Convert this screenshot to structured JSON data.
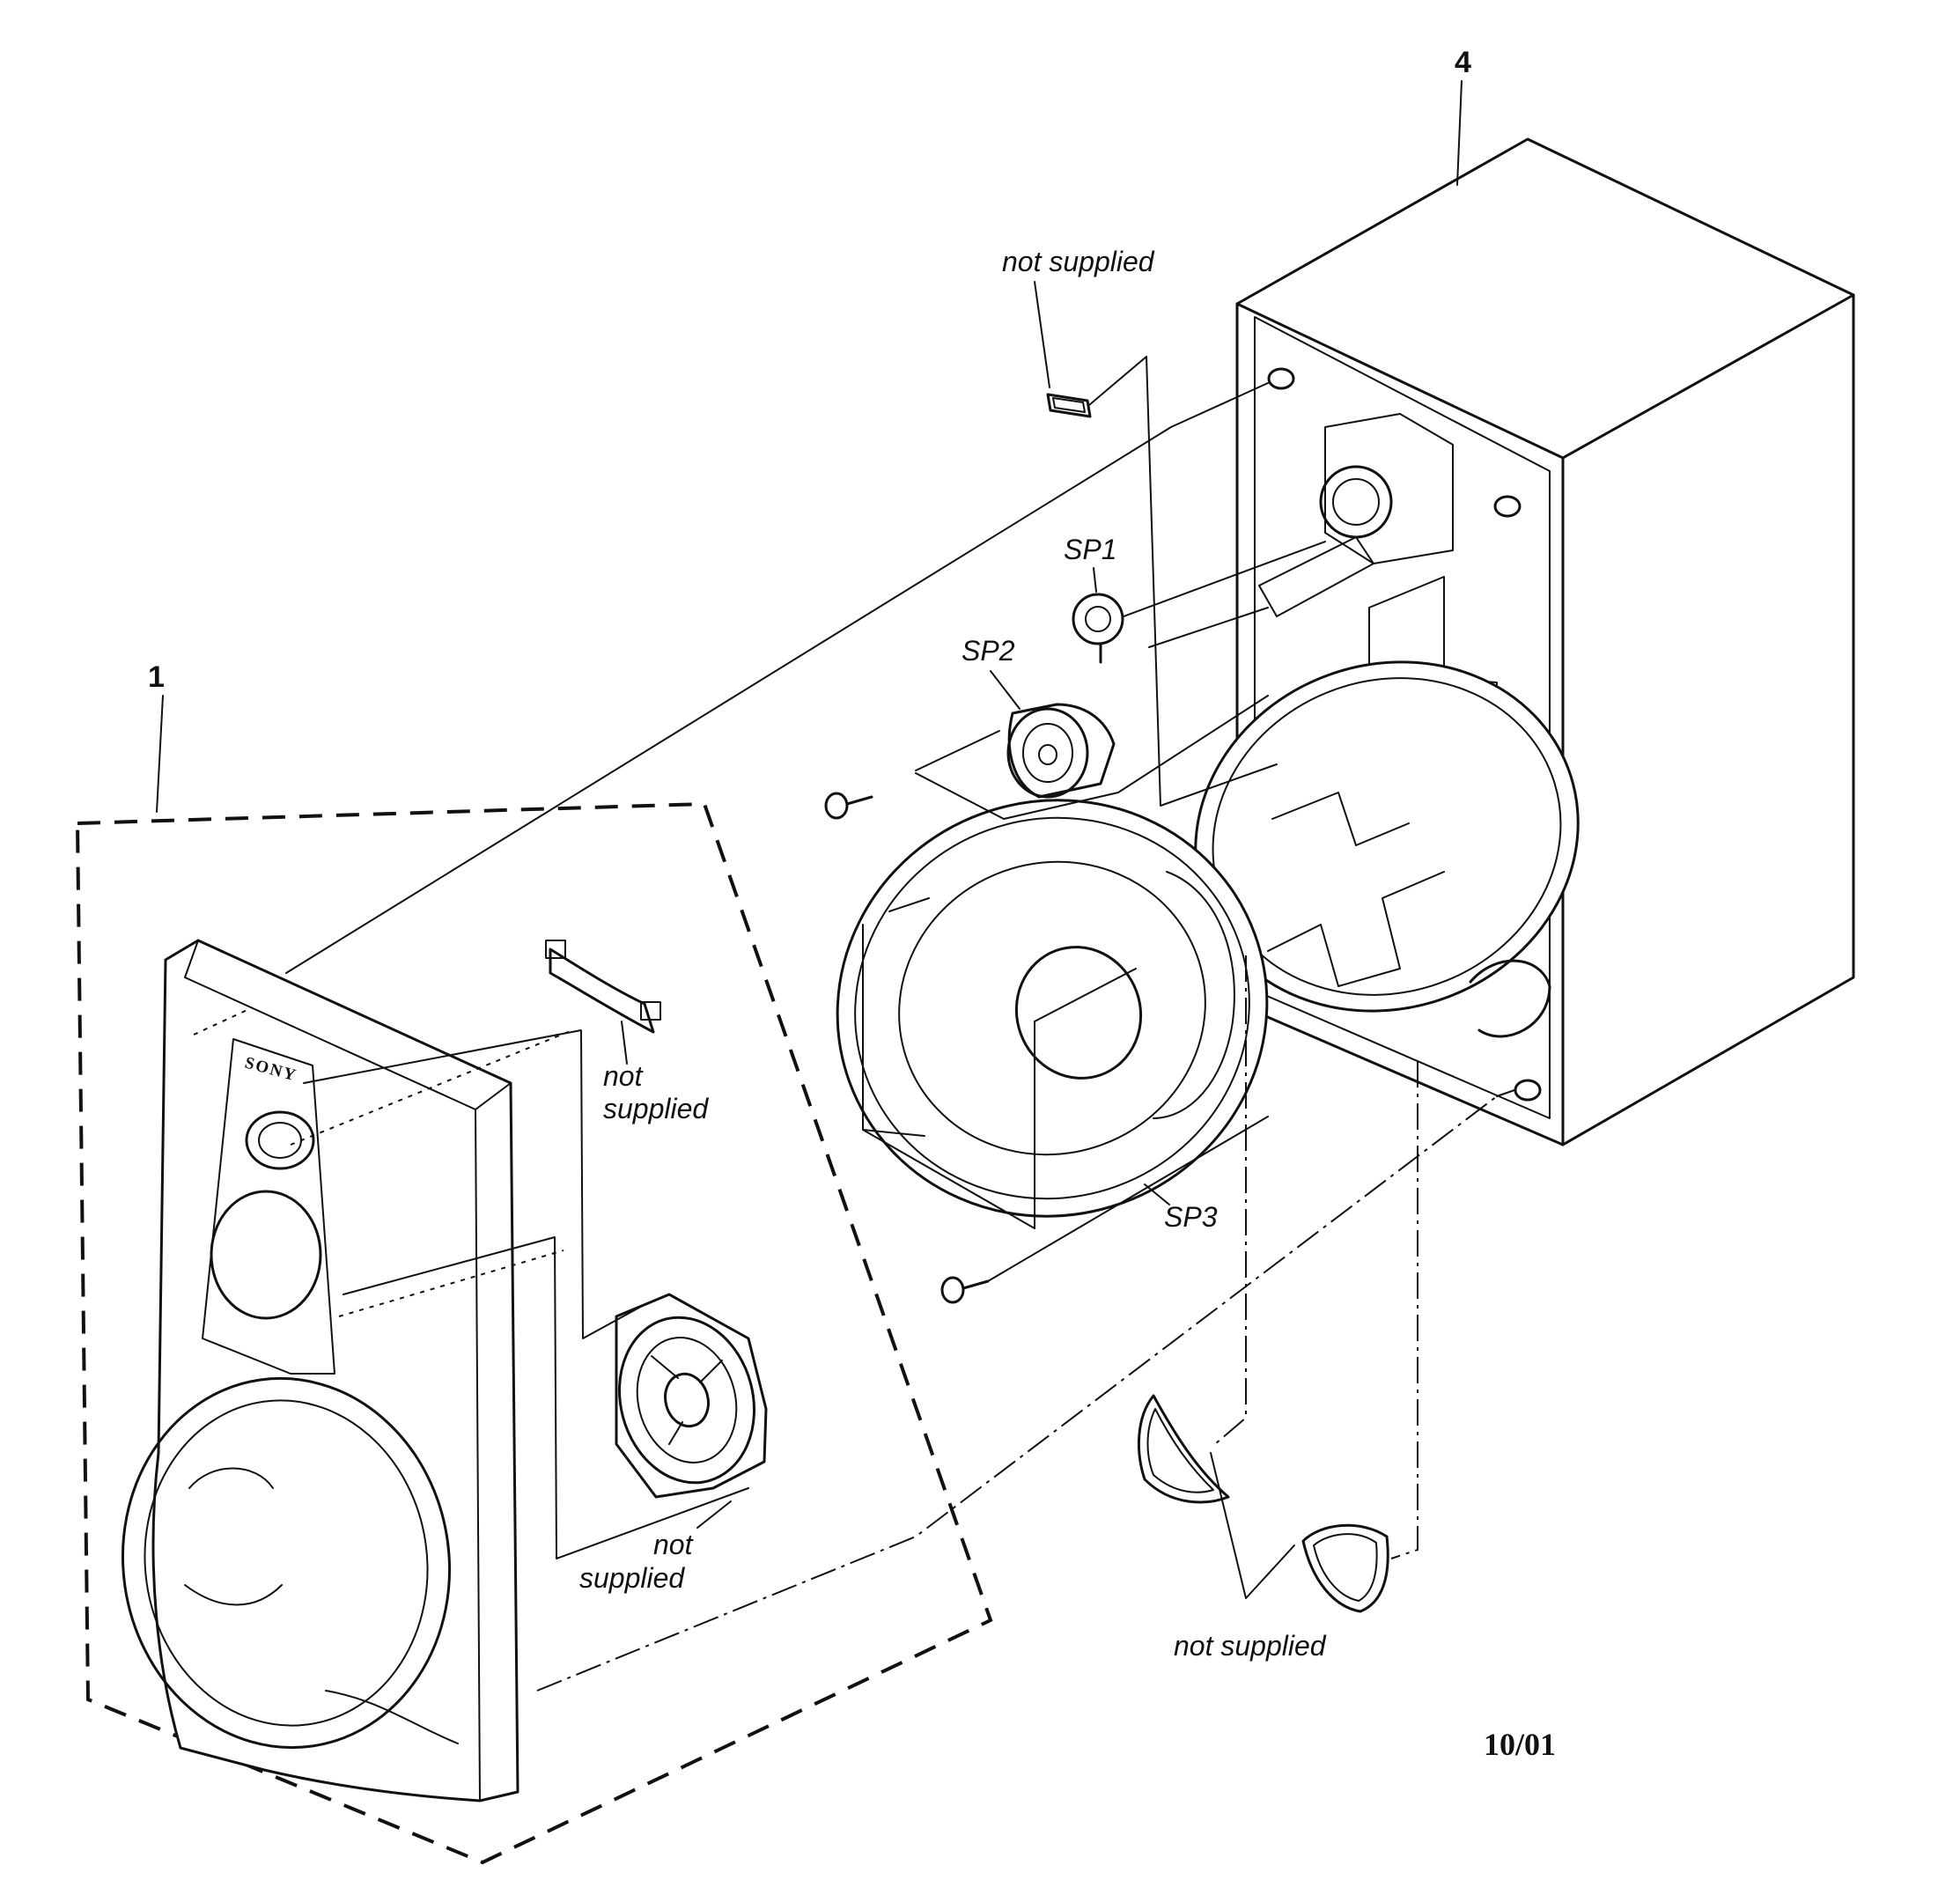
{
  "parts": {
    "front_grille_ref": "1",
    "cabinet_ref": "4",
    "tweeter": "SP1",
    "midrange": "SP2",
    "woofer": "SP3"
  },
  "notes": {
    "not_supplied_top": "not supplied",
    "not_supplied_bracket_line1": "not",
    "not_supplied_bracket_line2": "supplied",
    "not_supplied_frame_line1": "not",
    "not_supplied_frame_line2": "supplied",
    "not_supplied_ports": "not supplied"
  },
  "brand": {
    "logo": "SONY"
  },
  "footer": {
    "date_code": "10/01"
  },
  "colors": {
    "ink": "#111111",
    "paper": "#ffffff"
  }
}
